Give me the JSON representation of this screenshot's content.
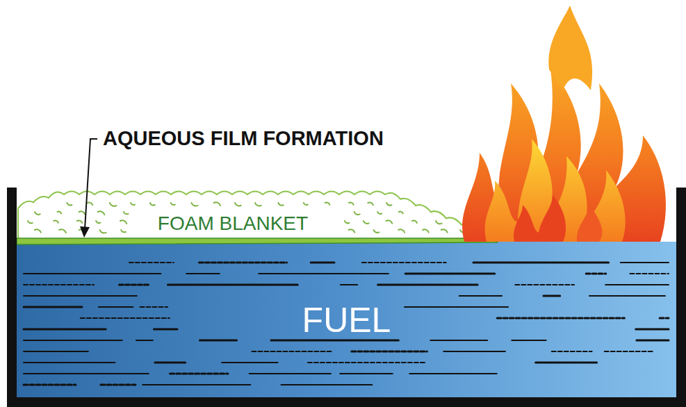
{
  "diagram": {
    "nodes": [
      {
        "text": [
          "FUEL"
        ]
      },
      {
        "text": [
          "FOAM BLANKET"
        ]
      }
    ],
    "labels": [
      "AQUEOUS FILM FORMATION"
    ]
  }
}
